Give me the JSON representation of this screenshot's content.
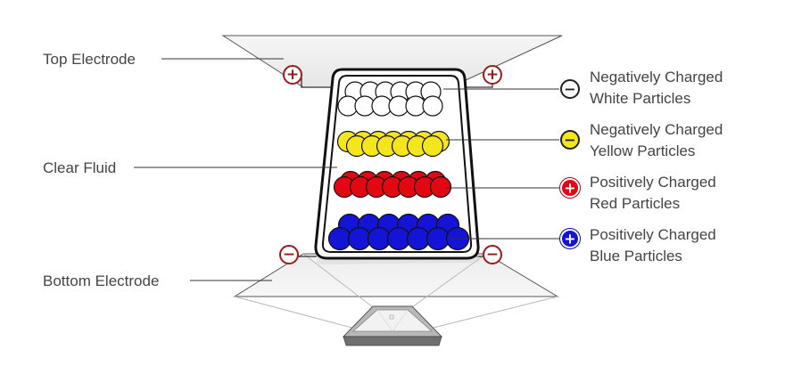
{
  "labels": {
    "top_electrode": "Top Electrode",
    "clear_fluid": "Clear Fluid",
    "bottom_electrode": "Bottom Electrode"
  },
  "particles": [
    {
      "id": "white",
      "line1": "Negatively Charged",
      "line2": "White Particles",
      "fill": "#ffffff",
      "sign": "−",
      "badge_fill": "#ffffff",
      "badge_stroke": "#222222",
      "badge_text": "#222222"
    },
    {
      "id": "yellow",
      "line1": "Negatively Charged",
      "line2": "Yellow Particles",
      "fill": "#f4e61c",
      "sign": "−",
      "badge_fill": "#f4e61c",
      "badge_stroke": "#222222",
      "badge_text": "#222222"
    },
    {
      "id": "red",
      "line1": "Positively Charged",
      "line2": "Red Particles",
      "fill": "#e30613",
      "sign": "+",
      "badge_fill": "#e30613",
      "badge_stroke": "#ffffff",
      "badge_text": "#ffffff"
    },
    {
      "id": "blue",
      "line1": "Positively Charged",
      "line2": "Blue Particles",
      "fill": "#1414d6",
      "sign": "+",
      "badge_fill": "#1414d6",
      "badge_stroke": "#ffffff",
      "badge_text": "#ffffff"
    }
  ],
  "electrode_signs": {
    "top": "+",
    "bottom": "−"
  },
  "colors": {
    "electrode_sign": "#a01818",
    "label_text": "#444444",
    "line": "#333333"
  }
}
